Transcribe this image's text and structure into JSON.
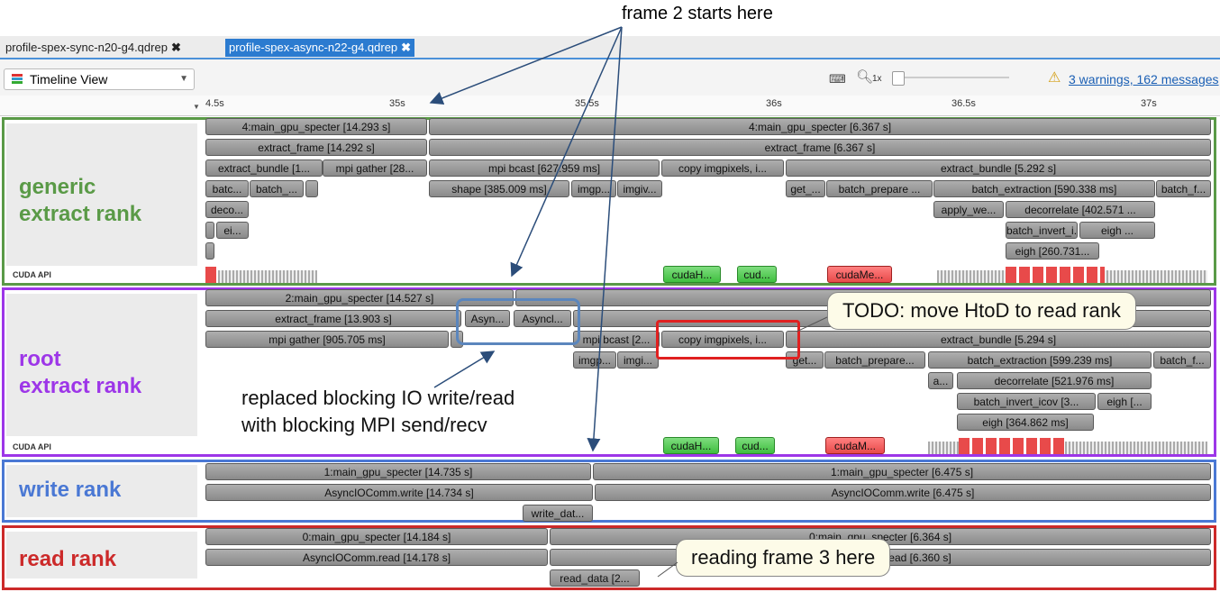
{
  "annotations": {
    "top": "frame 2 starts here",
    "blocking": [
      "replaced blocking IO write/read",
      "with blocking MPI send/recv"
    ],
    "todo": "TODO: move HtoD to read rank",
    "reading": "reading frame 3 here"
  },
  "tabs": [
    {
      "label": "profile-spex-sync-n20-g4.qdrep",
      "close": "✖"
    },
    {
      "label": "profile-spex-async-n22-g4.qdrep",
      "close": "✖"
    }
  ],
  "toolbar": {
    "view_label": "Timeline View",
    "zoom_label": "1x",
    "keyboard_icon": "⌨",
    "zoom_icon": "magnifier-icon",
    "warnings_text": "3 warnings, 162 messages",
    "warning_icon": "⚠"
  },
  "ruler": {
    "ticks": [
      "4.5s",
      "35s",
      "35.5s",
      "36s",
      "36.5s",
      "37s"
    ]
  },
  "panels": {
    "generic": {
      "label": "generic\nextract rank",
      "color": "#5a9a47",
      "cuda_label": "CUDA API"
    },
    "root": {
      "label": "root\nextract rank",
      "color": "#9d36e8",
      "cuda_label": "CUDA API"
    },
    "write": {
      "label": "write rank",
      "color": "#4a78d4"
    },
    "read": {
      "label": "read rank",
      "color": "#cc2a2a"
    }
  },
  "bars": {
    "g_main1": "4:main_gpu_specter [14.293 s]",
    "g_main2": "4:main_gpu_specter [6.367 s]",
    "g_ef1": "extract_frame [14.292 s]",
    "g_ef2": "extract_frame [6.367 s]",
    "g_eb1": "extract_bundle [1...",
    "g_mg": "mpi gather [28...",
    "g_bcast": "mpi bcast [627.959 ms]",
    "g_copy": "copy imgpixels, i...",
    "g_eb2": "extract_bundle [5.292 s]",
    "g_batc": "batc...",
    "g_batch": "batch_...",
    "g_shape": "shape [385.009 ms]",
    "g_imgp": "imgp...",
    "g_imgiv": "imgiv...",
    "g_get": "get_...",
    "g_bprep": "batch_prepare ...",
    "g_bext": "batch_extraction [590.338 ms]",
    "g_bf": "batch_f...",
    "g_deco": "deco...",
    "g_apply": "apply_we...",
    "g_decor": "decorrelate [402.571 ...",
    "g_ei": "ei...",
    "g_binv": "batch_invert_i...",
    "g_eigh": "eigh ...",
    "g_eigh2": "eigh [260.731...",
    "g_cudaH": "cudaH...",
    "g_cud": "cud...",
    "g_cudaMe": "cudaMe...",
    "r_main1": "2:main_gpu_specter [14.527 s]",
    "r_main2": "2:main_g",
    "r_ef1": "extract_frame [13.903 s]",
    "r_asyn1": "Asyn...",
    "r_asyn2": "Asyncl...",
    "r_mg": "mpi gather [905.705 ms]",
    "r_bcast": "mpi bcast [2...",
    "r_copy": "copy imgpixels, i...",
    "r_eb2": "extract_bundle [5.294 s]",
    "r_imgp": "imgp...",
    "r_imgi": "imgi...",
    "r_get": "get...",
    "r_bprep": "batch_prepare...",
    "r_bext": "batch_extraction [599.239 ms]",
    "r_bf": "batch_f...",
    "r_a": "a...",
    "r_decor": "decorrelate [521.976 ms]",
    "r_binv": "batch_invert_icov [3...",
    "r_eigh": "eigh [...",
    "r_eigh2": "eigh [364.862 ms]",
    "r_cudaH": "cudaH...",
    "r_cud": "cud...",
    "r_cudaM": "cudaM...",
    "w_main1": "1:main_gpu_specter [14.735 s]",
    "w_main2": "1:main_gpu_specter [6.475 s]",
    "w_write1": "AsyncIOComm.write [14.734 s]",
    "w_write2": "AsyncIOComm.write [6.475 s]",
    "w_wd": "write_dat...",
    "rd_main1": "0:main_gpu_specter [14.184 s]",
    "rd_main2": "0:main_gpu_specter [6.364 s]",
    "rd_read1": "AsyncIOComm.read [14.178 s]",
    "rd_read2": "AsyncIOComm.read [6.360 s]",
    "rd_rd": "read_data [2..."
  }
}
